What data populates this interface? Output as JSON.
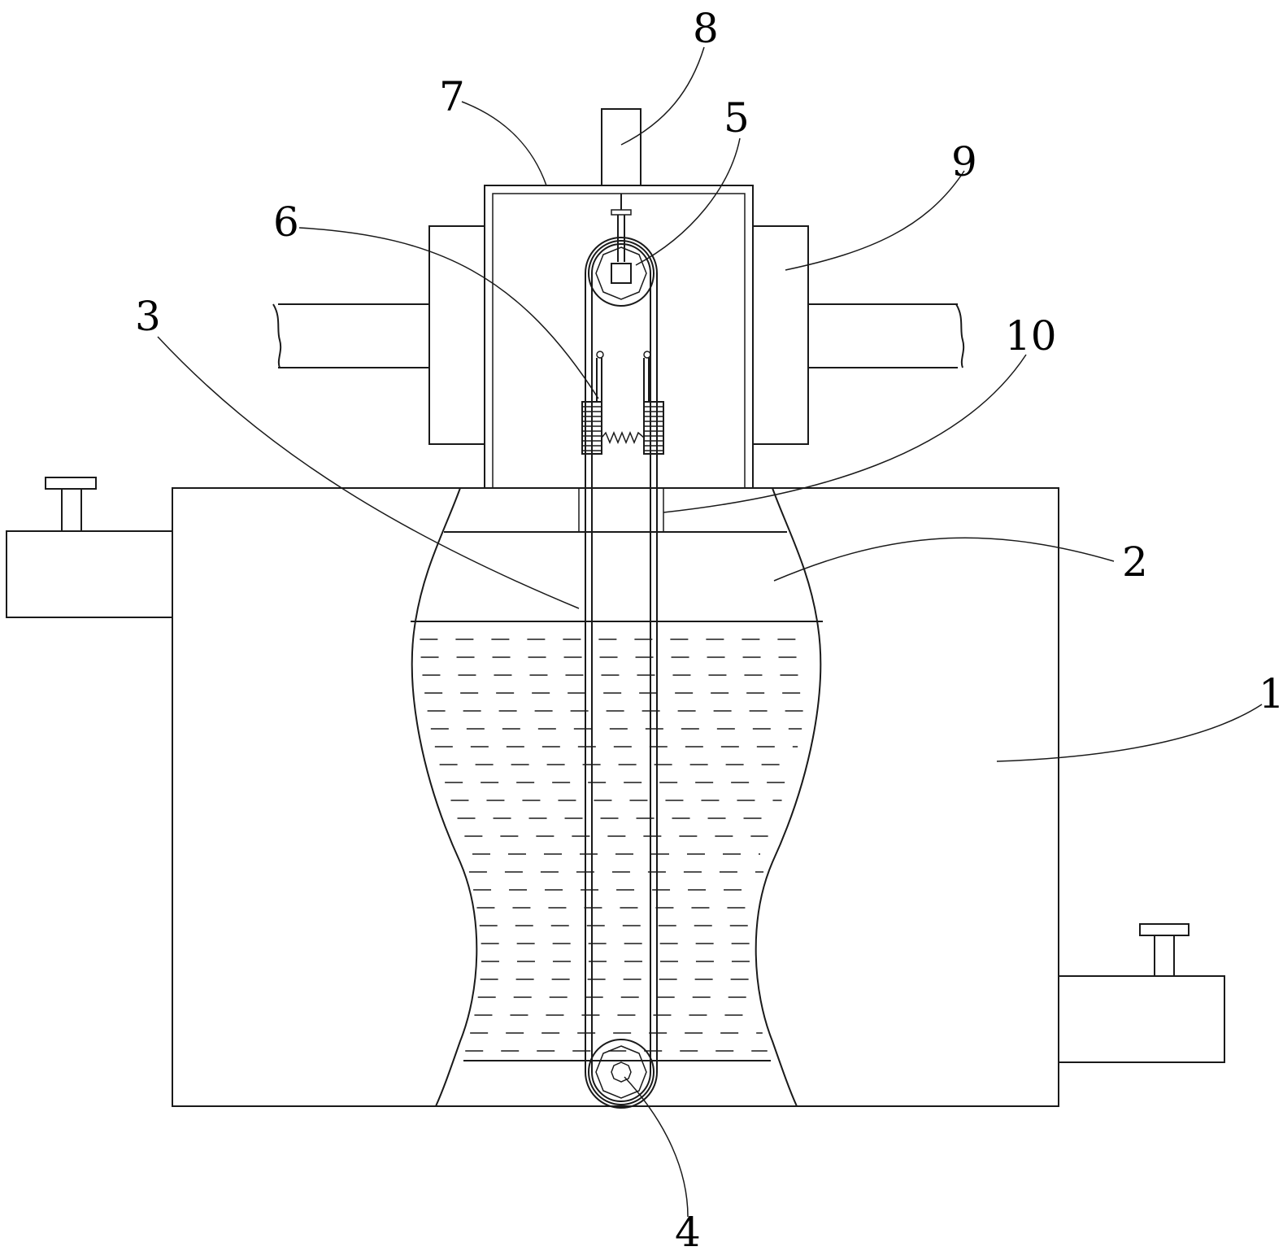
{
  "labels": {
    "l1": "1",
    "l2": "2",
    "l3": "3",
    "l4": "4",
    "l5": "5",
    "l6": "6",
    "l7": "7",
    "l8": "8",
    "l9": "9",
    "l10": "10"
  },
  "stroke_color": "#1a1a1a"
}
